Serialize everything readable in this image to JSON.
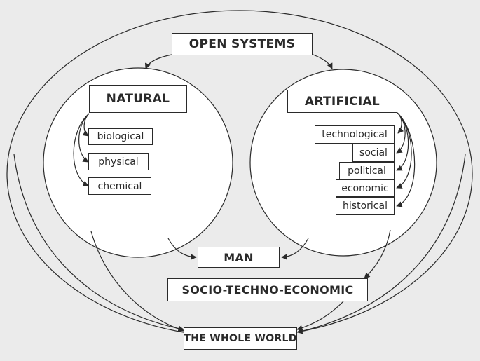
{
  "title": "OPEN SYSTEMS",
  "natural": {
    "label": "NATURAL",
    "items": [
      "biological",
      "physical",
      "chemical"
    ]
  },
  "artificial": {
    "label": "ARTIFICIAL",
    "items": [
      "technological",
      "social",
      "political",
      "economic",
      "historical"
    ]
  },
  "man": "MAN",
  "socio": "SOCIO-TECHNO-ECONOMIC",
  "whole_world": "THE WHOLE WORLD",
  "colors": {
    "background": "#ebebeb",
    "stroke": "#2a2a2a",
    "fill": "#ffffff"
  }
}
